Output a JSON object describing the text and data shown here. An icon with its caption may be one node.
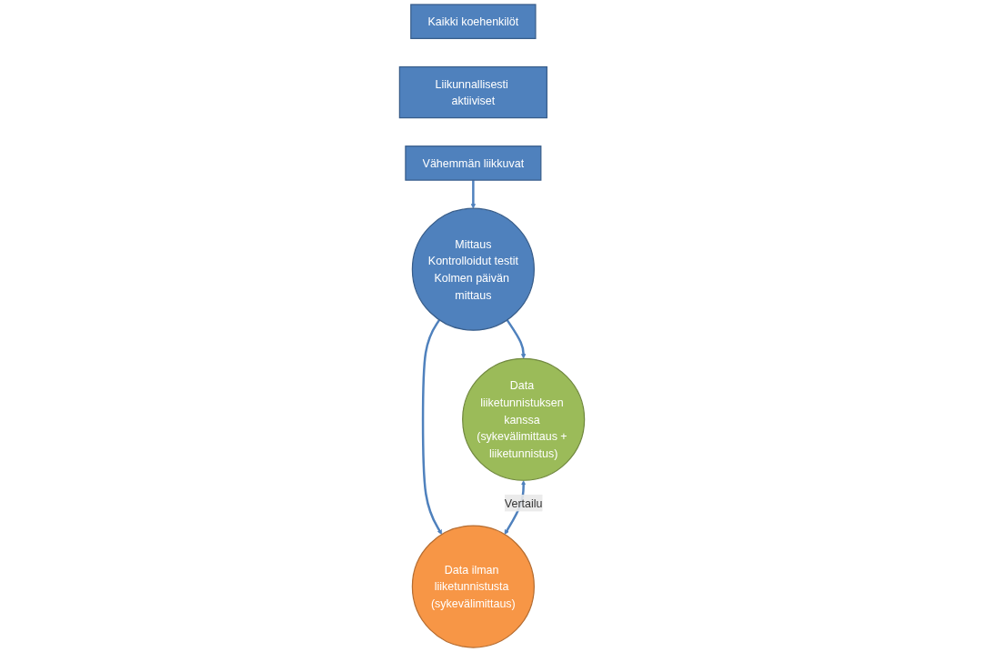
{
  "diagram": {
    "nodes": [
      {
        "text": [
          "Kaikki koehenkilöt"
        ]
      },
      {
        "text": [
          "Liikunnallisesti aktiiviset"
        ]
      },
      {
        "text": [
          "Vähemmän liikkuvat"
        ]
      },
      {
        "text": [
          "Mittaus",
          "Kontrolloidut testit",
          "Kolmen päivän mittaus"
        ]
      },
      {
        "text": [
          "Data liiketunnistuksen kanssa (sykevälimittaus + liiketunnistus)"
        ]
      },
      {
        "text": [
          "Data ilman liiketunnistusta (sykevälimittaus)"
        ]
      }
    ],
    "edges": [
      {
        "from": 2,
        "to": 3,
        "arrow": "to"
      },
      {
        "from": 3,
        "to": 4,
        "arrow": "to"
      },
      {
        "from": 3,
        "to": 5,
        "arrow": "to"
      },
      {
        "from": 4,
        "to": 5,
        "arrow": "both",
        "label": "Vertailu"
      }
    ]
  }
}
